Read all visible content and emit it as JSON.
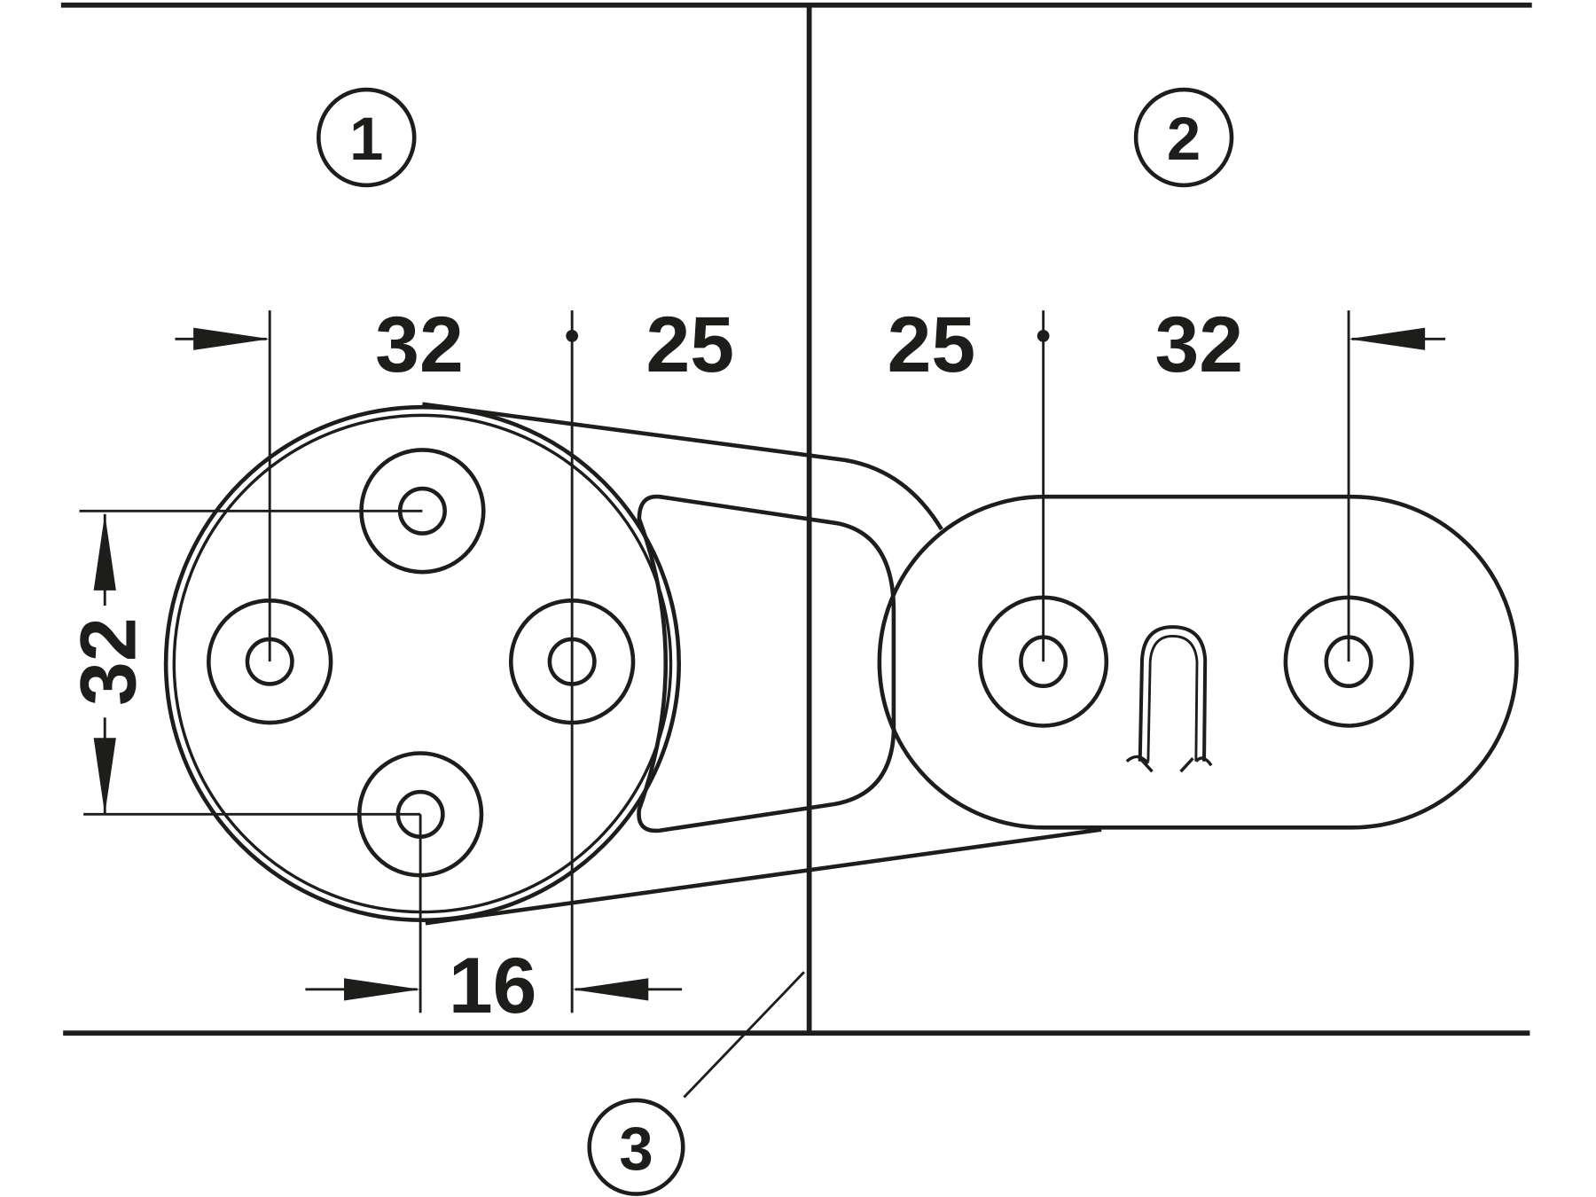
{
  "labels": {
    "panel_left": "1",
    "panel_right": "2",
    "joint_line": "3"
  },
  "dimensions": {
    "left_hole_spacing": "32",
    "left_offset_from_joint": "25",
    "right_offset_from_joint": "25",
    "right_hole_spacing": "32",
    "vertical_hole_spacing": "32",
    "bottom_offset": "16"
  },
  "colors": {
    "line": "#1d1d1b",
    "background": "#ffffff"
  }
}
